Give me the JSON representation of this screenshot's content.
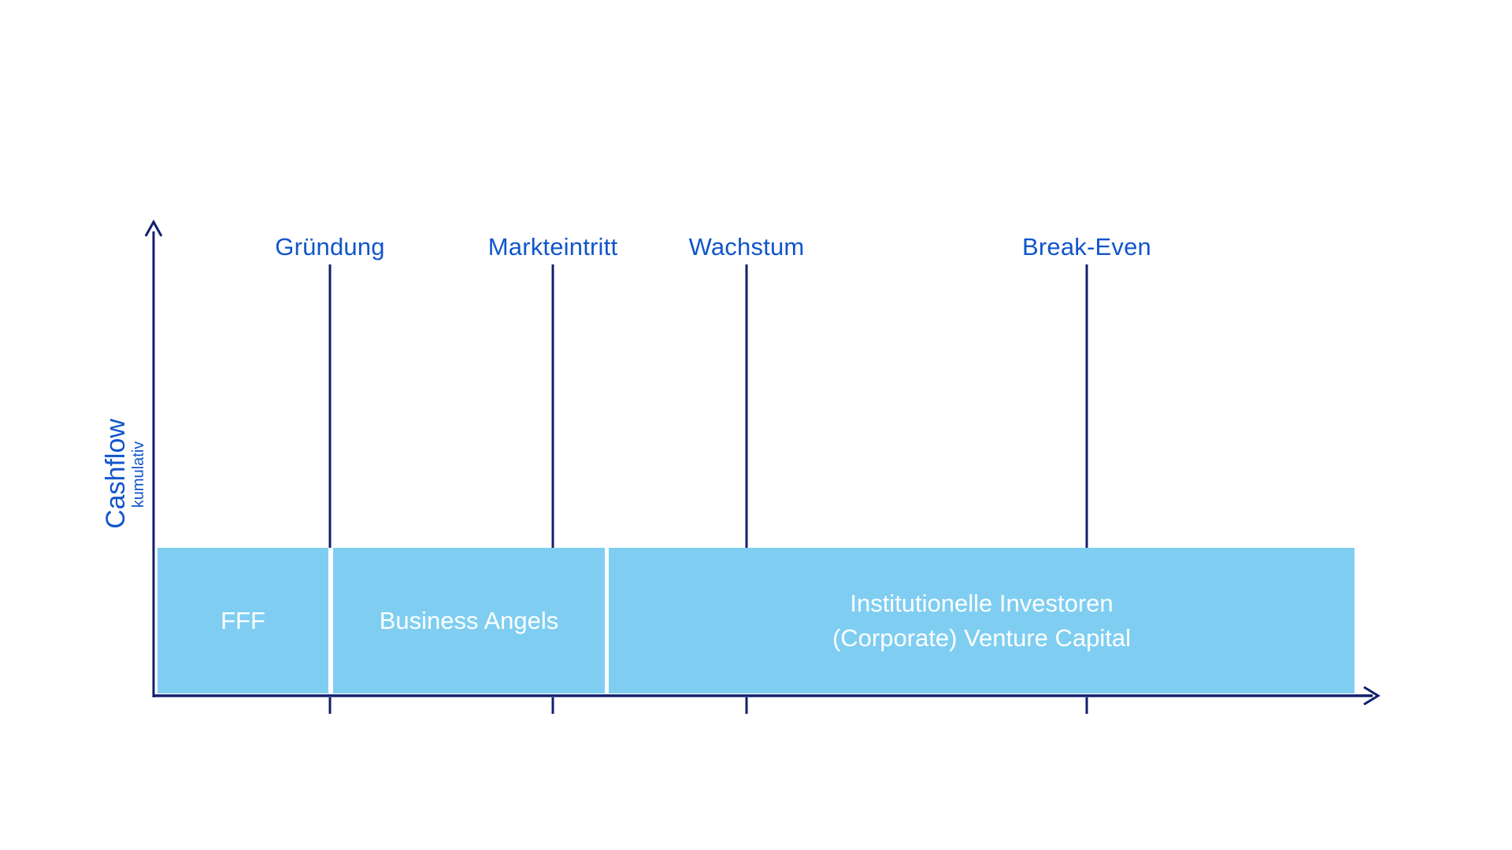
{
  "diagram": {
    "y_axis": {
      "label": "Cashflow",
      "sublabel": "kumulativ"
    },
    "milestones": [
      {
        "label": "Gründung"
      },
      {
        "label": "Markteintritt"
      },
      {
        "label": "Wachstum"
      },
      {
        "label": "Break-Even"
      }
    ],
    "funding_phases": [
      {
        "label": "FFF"
      },
      {
        "label": "Business Angels"
      },
      {
        "line1": "Institutionelle Investoren",
        "line2": "(Corporate) Venture Capital"
      }
    ],
    "colors": {
      "axis_line": "#121F6E",
      "label_blue": "#1155CC",
      "box_fill": "#7FCEF2",
      "box_text": "#FFFFFF"
    }
  }
}
